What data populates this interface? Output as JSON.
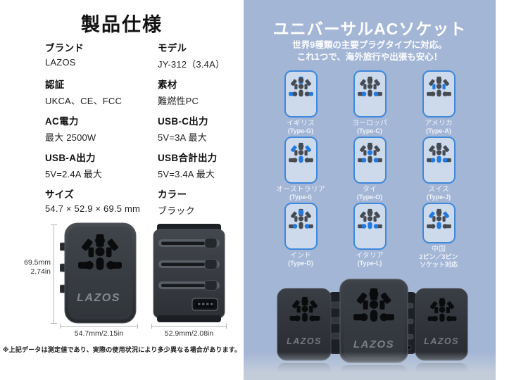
{
  "left": {
    "title": "製品仕様",
    "specs": [
      {
        "label": "ブランド",
        "value": "LAZOS"
      },
      {
        "label": "モデル",
        "value": "JY-312（3.4A）"
      },
      {
        "label": "認証",
        "value": "UKCA、CE、FCC"
      },
      {
        "label": "素材",
        "value": "難燃性PC"
      },
      {
        "label": "AC電力",
        "value": "最大 2500W"
      },
      {
        "label": "USB-C出力",
        "value": "5V=3A 最大"
      },
      {
        "label": "USB-A出力",
        "value": "5V=2.4A 最大"
      },
      {
        "label": "USB合計出力",
        "value": "5V=3.4A 最大"
      },
      {
        "label": "サイズ",
        "value": "54.7 × 52.9 × 69.5 mm"
      },
      {
        "label": "カラー",
        "value": "ブラック"
      }
    ],
    "brand_logo": "LAZOS",
    "dimensions": {
      "height_mm": "69.5mm",
      "height_in": "2.74in",
      "width": "54.7mm/2.15in",
      "depth": "52.9mm/2.08in"
    },
    "footnote": "※上記データは測定値であり、実際の使用状況により多少異なる場合があります。"
  },
  "right": {
    "title": "ユニバーサルACソケット",
    "subtitle_line1": "世界9種類の主要プラグタイプに対応。",
    "subtitle_line2": "これ1つで、海外旅行や出張も安心！",
    "plug_types": [
      {
        "country": "イギリス",
        "line2": "(Type-G)",
        "highlight": [
          "top",
          "botL",
          "botR"
        ]
      },
      {
        "country": "ヨーロッパ",
        "line2": "(Type-C)",
        "highlight": [
          "dotL",
          "dotR"
        ]
      },
      {
        "country": "アメリカ",
        "line2": "(Type-A)",
        "highlight": [
          "midL",
          "midR"
        ]
      },
      {
        "country": "オーストラリア",
        "line2": "(Type-I)",
        "highlight": [
          "diagL",
          "diagR",
          "oval"
        ]
      },
      {
        "country": "タイ",
        "line2": "(Type-O)",
        "highlight": [
          "circle",
          "dotL",
          "dotR"
        ]
      },
      {
        "country": "スイス",
        "line2": "(Type-J)",
        "highlight": [
          "dotL",
          "dotR",
          "oval"
        ]
      },
      {
        "country": "インド",
        "line2": "(Type-D)",
        "highlight": [
          "topDot",
          "dotL",
          "dotR"
        ]
      },
      {
        "country": "イタリア",
        "line2": "(Type-L)",
        "highlight": [
          "dotL",
          "oval",
          "dotR"
        ]
      },
      {
        "country": "中国",
        "line2": "2ピン／3ピン",
        "line3": "ソケット対応",
        "highlight": [
          "diagL",
          "diagR",
          "oval"
        ]
      }
    ],
    "colors": {
      "panel": "#a4b6d6",
      "card_fill": "#cddaec",
      "card_border": "#3f88da",
      "icon_dark": "#464b52",
      "icon_blue": "#2079e2",
      "photo_socket": "#0a0b0c"
    }
  }
}
